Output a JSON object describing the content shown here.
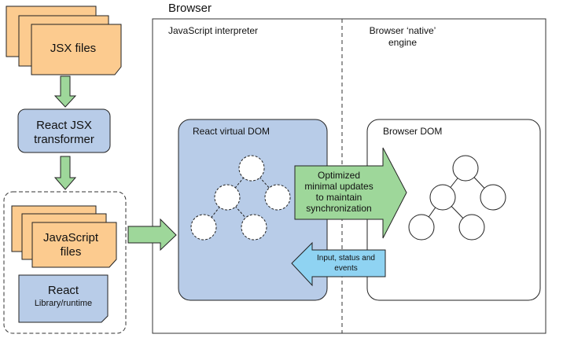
{
  "browser": {
    "title": "Browser",
    "interpreter_label": "JavaScript interpreter",
    "native_label_line1": "Browser ‘native’",
    "native_label_line2": "engine"
  },
  "pipeline": {
    "jsx_files": "JSX files",
    "transformer_line1": "React JSX",
    "transformer_line2": "transformer",
    "js_files_line1": "JavaScript",
    "js_files_line2": "files",
    "react_title": "React",
    "react_subtitle": "Library/runtime"
  },
  "virtual_dom": {
    "title": "React virtual DOM"
  },
  "browser_dom": {
    "title": "Browser DOM"
  },
  "arrows": {
    "updates_line1": "Optimized",
    "updates_line2": "minimal updates",
    "updates_line3": "to maintain",
    "updates_line4": "synchronization",
    "events_line1": "Input, status and",
    "events_line2": "events"
  },
  "colors": {
    "file_orange": "#fccb8f",
    "box_blue": "#b8cce8",
    "arrow_green": "#9ed79a",
    "arrow_cyan": "#8fd3f2",
    "stroke": "#222222"
  }
}
